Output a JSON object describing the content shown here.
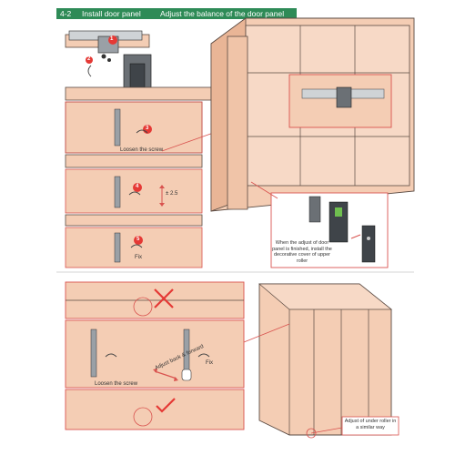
{
  "section": {
    "number": "4-2",
    "install_title": "Install door panel",
    "adjust_title": "Adjust the balance of the door panel"
  },
  "steps": {
    "step1": "1",
    "step2": "2",
    "step3": "3",
    "step4": "4",
    "step5": "5"
  },
  "labels": {
    "loosen_screw_top": "Loosen the screw",
    "tolerance": "± 2.5",
    "fix_top": "Fix",
    "decorative_cover_note": "When the adjust of door panel is finished, install the decorative cover of upper roller",
    "loosen_screw_bottom": "Loosen the screw",
    "adjust_back_forward": "Adjust back & forward",
    "fix_bottom": "Fix",
    "lower_roller_note": "Adjust of under roller in a similar way"
  },
  "colors": {
    "panel": "#f4cdb4",
    "panel_dark": "#e9b596",
    "outline": "#5a4a42",
    "accent_red": "#e53935",
    "callout_red": "#d9534f",
    "header_green": "#2e8b57"
  }
}
